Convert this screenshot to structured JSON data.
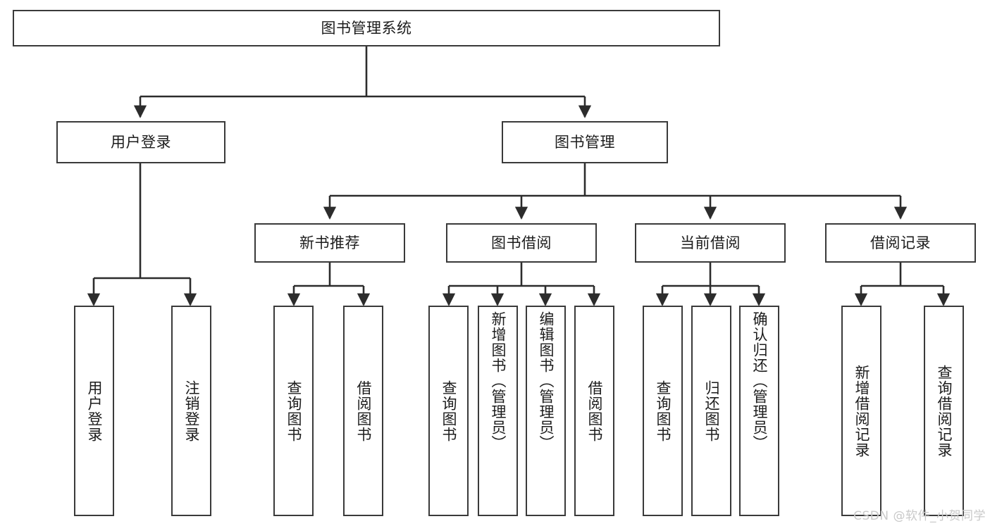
{
  "diagram": {
    "type": "tree",
    "title": "图书管理系统",
    "watermark": "CSDN @软件_小贺同学",
    "colors": {
      "stroke": "#3a3a3a",
      "fill": "#ffffff",
      "text": "#1c1c1c",
      "watermark": "#c9c9c9"
    },
    "root": {
      "label": "图书管理系统"
    },
    "level2": [
      {
        "label": "用户登录"
      },
      {
        "label": "图书管理"
      }
    ],
    "level3": [
      {
        "label": "新书推荐"
      },
      {
        "label": "图书借阅"
      },
      {
        "label": "当前借阅"
      },
      {
        "label": "借阅记录"
      }
    ],
    "leaves": {
      "user_login": [
        {
          "label": "用户登录"
        },
        {
          "label": "注销登录"
        }
      ],
      "new_book_recommend": [
        {
          "label": "查询图书"
        },
        {
          "label": "借阅图书"
        }
      ],
      "book_borrow": [
        {
          "label": "查询图书"
        },
        {
          "label": "新增图书（管理员）"
        },
        {
          "label": "编辑图书（管理员）"
        },
        {
          "label": "借阅图书"
        }
      ],
      "current_borrow": [
        {
          "label": "查询图书"
        },
        {
          "label": "归还图书"
        },
        {
          "label": "确认归还（管理员）"
        }
      ],
      "borrow_record": [
        {
          "label": "新增借阅记录"
        },
        {
          "label": "查询借阅记录"
        }
      ]
    }
  }
}
